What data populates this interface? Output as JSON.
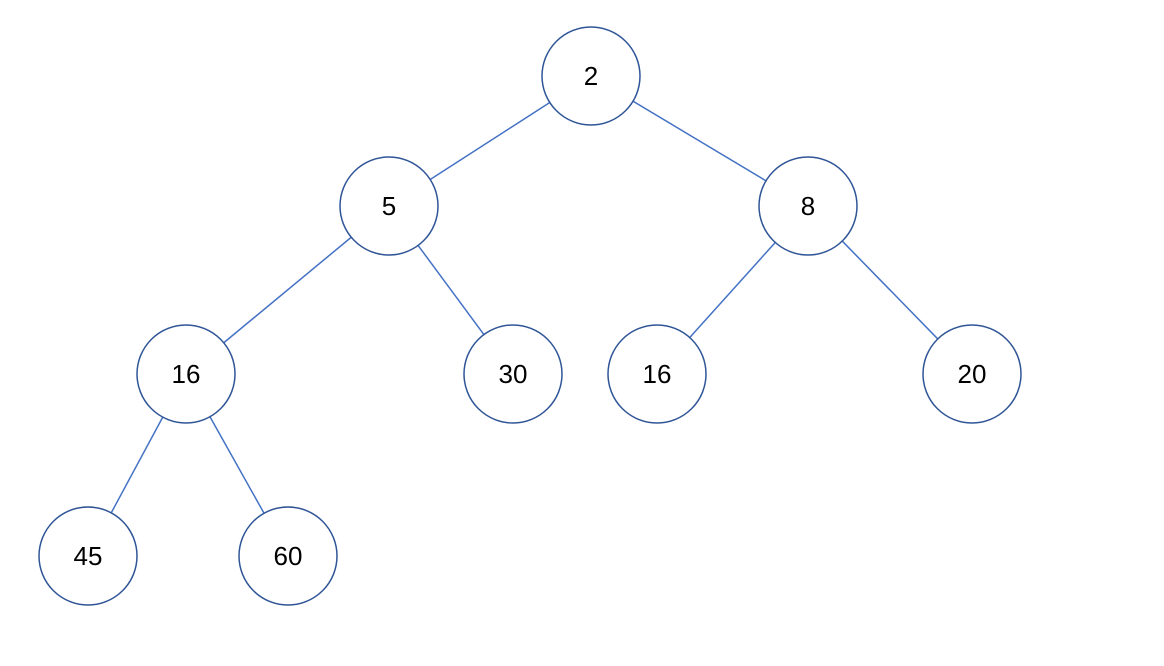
{
  "tree": {
    "nodes": [
      {
        "id": "root",
        "label": "2"
      },
      {
        "id": "n5",
        "label": "5",
        "parent": "root"
      },
      {
        "id": "n8",
        "label": "8",
        "parent": "root"
      },
      {
        "id": "n16a",
        "label": "16",
        "parent": "n5"
      },
      {
        "id": "n30",
        "label": "30",
        "parent": "n5"
      },
      {
        "id": "n16b",
        "label": "16",
        "parent": "n8"
      },
      {
        "id": "n20",
        "label": "20",
        "parent": "n8"
      },
      {
        "id": "n45",
        "label": "45",
        "parent": "n16a"
      },
      {
        "id": "n60",
        "label": "60",
        "parent": "n16a"
      }
    ],
    "colors": {
      "edge": "#4472c4",
      "node_border": "#2f5597",
      "node_fill": "#ffffff",
      "label": "#000000"
    }
  }
}
